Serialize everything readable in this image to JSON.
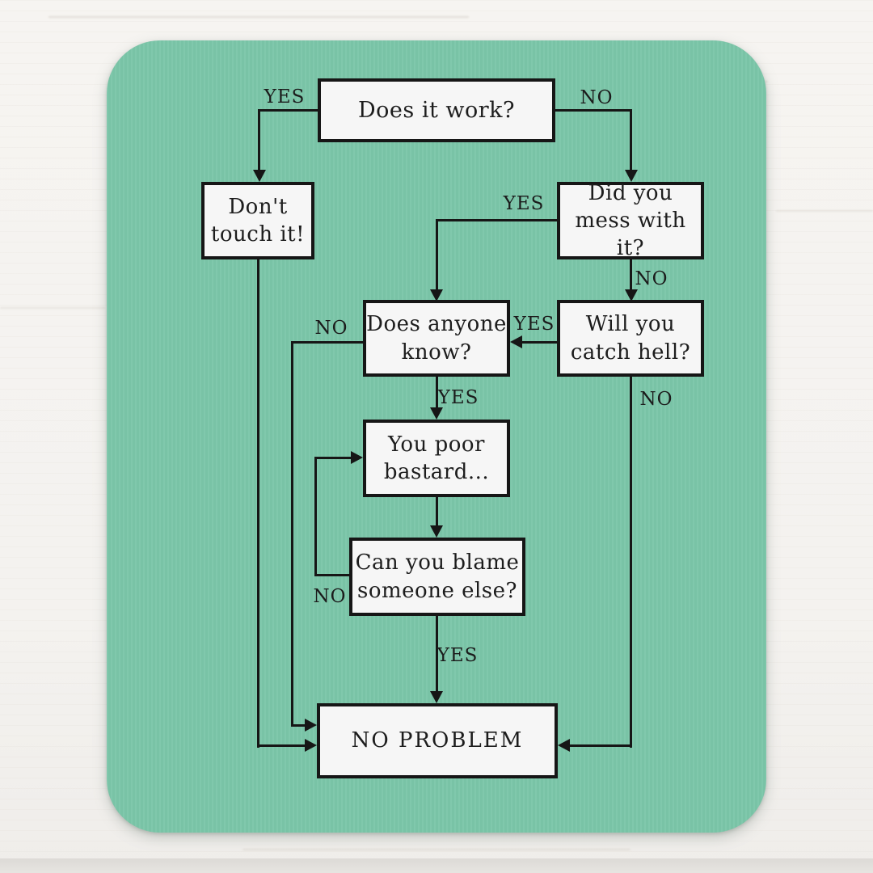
{
  "product": {
    "type_label": "mousepad",
    "colors": {
      "pad": "#7bc6a9",
      "backdrop": "#f5f3f0",
      "box_fill": "#f6f6f6",
      "line_and_border": "#161616",
      "text": "#1d1d1d"
    }
  },
  "flowchart": {
    "nodes": {
      "does_it_work": {
        "lines": [
          "Does it work?"
        ]
      },
      "dont_touch": {
        "lines": [
          "Don't",
          "touch it!"
        ]
      },
      "did_you_mess": {
        "lines": [
          "Did you",
          "mess with it?"
        ]
      },
      "does_anyone_know": {
        "lines": [
          "Does anyone",
          "know?"
        ]
      },
      "will_you_catch": {
        "lines": [
          "Will you",
          "catch hell?"
        ]
      },
      "you_poor": {
        "lines": [
          "You poor",
          "bastard..."
        ]
      },
      "can_you_blame": {
        "lines": [
          "Can you blame",
          "someone else?"
        ]
      },
      "no_problem": {
        "lines": [
          "NO PROBLEM"
        ]
      }
    },
    "edges": [
      {
        "from": "does_it_work",
        "to": "dont_touch",
        "label": "YES"
      },
      {
        "from": "does_it_work",
        "to": "did_you_mess",
        "label": "NO"
      },
      {
        "from": "did_you_mess",
        "to": "does_anyone_know",
        "label": "YES"
      },
      {
        "from": "did_you_mess",
        "to": "will_you_catch",
        "label": "NO"
      },
      {
        "from": "will_you_catch",
        "to": "does_anyone_know",
        "label": "YES"
      },
      {
        "from": "will_you_catch",
        "to": "no_problem",
        "label": "NO"
      },
      {
        "from": "does_anyone_know",
        "to": "no_problem",
        "label": "NO"
      },
      {
        "from": "does_anyone_know",
        "to": "you_poor",
        "label": "YES"
      },
      {
        "from": "you_poor",
        "to": "can_you_blame",
        "label": ""
      },
      {
        "from": "can_you_blame",
        "to": "you_poor",
        "label": "NO"
      },
      {
        "from": "can_you_blame",
        "to": "no_problem",
        "label": "YES"
      },
      {
        "from": "dont_touch",
        "to": "no_problem",
        "label": ""
      }
    ]
  }
}
